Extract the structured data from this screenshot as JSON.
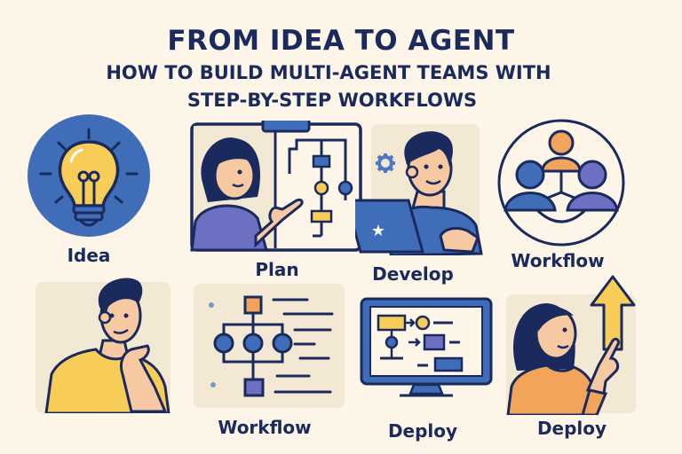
{
  "header": {
    "title": "FROM IDEA TO AGENT",
    "subtitle_line1": "HOW TO BUILD MULTI-AGENT TEAMS WITH",
    "subtitle_line2": "STEP-BY-STEP WORKFLOWS"
  },
  "panels": [
    {
      "label": "Idea",
      "icon": "lightbulb-icon"
    },
    {
      "label": "Plan",
      "icon": "person-pointing-flowchart-icon"
    },
    {
      "label": "Develop",
      "icon": "person-laptop-icon"
    },
    {
      "label": "Workflow",
      "icon": "team-network-icon"
    },
    {
      "label": "",
      "icon": "person-thinking-icon"
    },
    {
      "label": "Workflow",
      "icon": "flowchart-diagram-icon"
    },
    {
      "label": "Deploy",
      "icon": "monitor-diagram-icon"
    },
    {
      "label": "Deploy",
      "icon": "person-arrow-up-icon"
    }
  ],
  "colors": {
    "background": "#fcf5e8",
    "navy": "#1b2a5c",
    "blue": "#3f6db8",
    "yellow": "#f7cd57",
    "orange": "#f2a45a",
    "purple": "#6c6fc2",
    "skin": "#f6c9a3",
    "panel_bg": "#f3e8d3"
  }
}
